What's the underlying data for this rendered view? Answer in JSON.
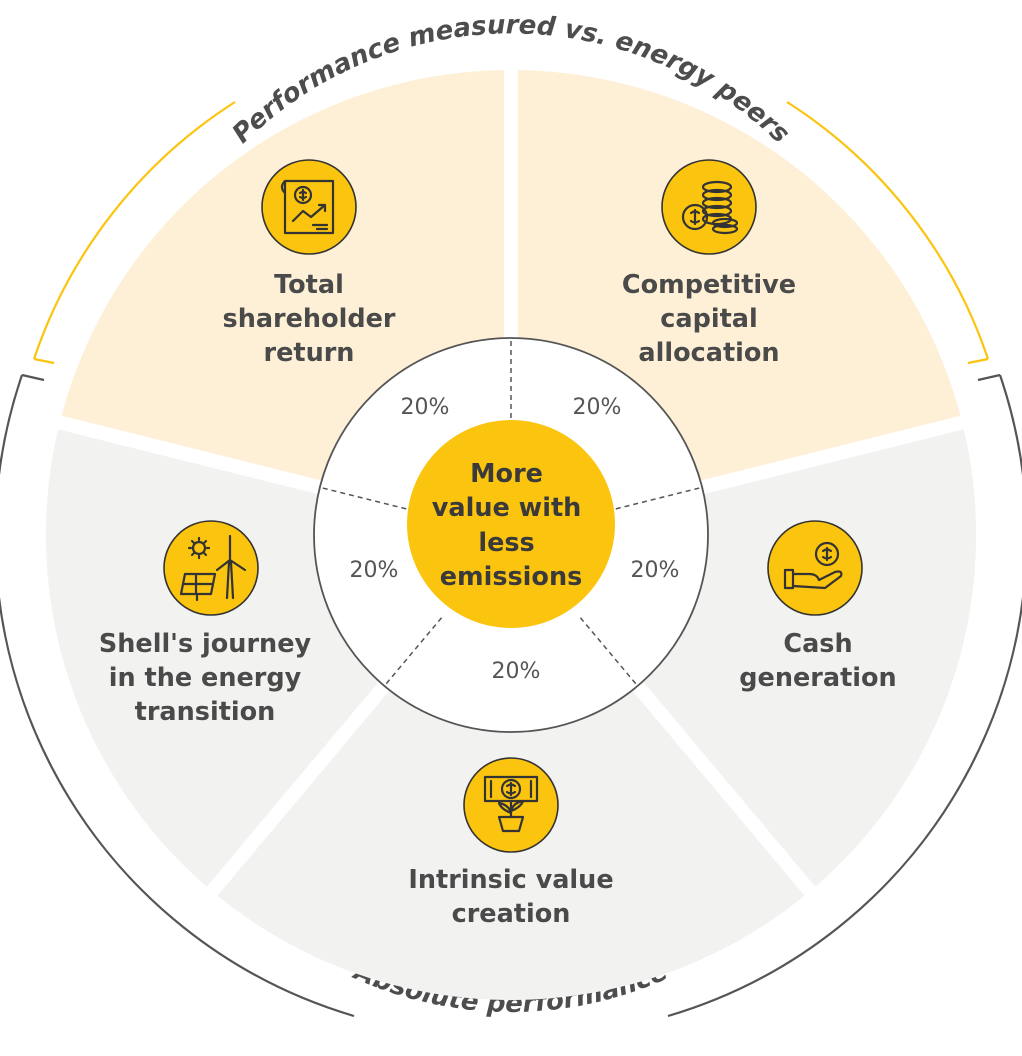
{
  "colors": {
    "gold": "#FBC40F",
    "peer_fill": "#FDF0D6",
    "absolute_fill": "#F2F2F0",
    "line": "#555555",
    "text": "#4a4a4a"
  },
  "center": {
    "lines": [
      "More",
      "value with",
      "less",
      "emissions"
    ]
  },
  "outer_arcs": {
    "top_title": "Performance measured vs. energy peers",
    "bottom_title": "Absolute performance"
  },
  "segments": [
    {
      "key": "tsr",
      "group": "peers",
      "icon": "financial-report-icon",
      "lines": [
        "Total",
        "shareholder",
        "return"
      ],
      "weight": "20%"
    },
    {
      "key": "cca",
      "group": "peers",
      "icon": "coins-icon",
      "lines": [
        "Competitive",
        "capital",
        "allocation"
      ],
      "weight": "20%"
    },
    {
      "key": "cash",
      "group": "absolute",
      "icon": "hand-coin-icon",
      "lines": [
        "Cash",
        "generation"
      ],
      "weight": "20%"
    },
    {
      "key": "ivc",
      "group": "absolute",
      "icon": "banknote-plant-icon",
      "lines": [
        "Intrinsic value",
        "creation"
      ],
      "weight": "20%"
    },
    {
      "key": "energy",
      "group": "absolute",
      "icon": "solar-wind-icon",
      "lines": [
        "Shell's journey",
        "in the energy",
        "transition"
      ],
      "weight": "20%"
    }
  ]
}
